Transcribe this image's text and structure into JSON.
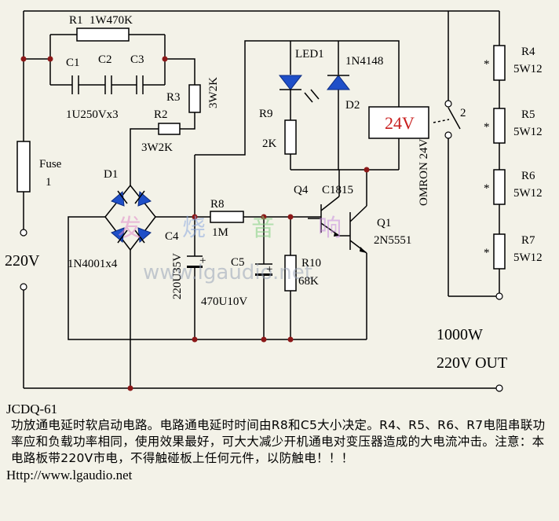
{
  "labels": {
    "r1": "R1",
    "r1_spec": "1W470K",
    "c1": "C1",
    "c2": "C2",
    "c3": "C3",
    "c123_spec": "1U250Vx3",
    "r3": "R3",
    "r3_spec": "3W2K",
    "r2": "R2",
    "r2_spec": "3W2K",
    "fuse": "Fuse",
    "fuse_num": "1",
    "v220": "220V",
    "d1": "D1",
    "bridge_spec": "1N4001x4",
    "c4": "C4",
    "c4_spec": "220U35V",
    "r8": "R8",
    "r8_spec": "1M",
    "c5": "C5",
    "c5_spec": "470U10V",
    "r10": "R10",
    "r10_spec": "68K",
    "led1": "LED1",
    "d2_part": "1N4148",
    "d2": "D2",
    "r9": "R9",
    "r9_spec": "2K",
    "relay_coil": "24V",
    "relay_model": "OMRON 24V",
    "relay_contact": "2",
    "q4": "Q4",
    "q4_part": "C1815",
    "q1": "Q1",
    "q1_part": "2N5551",
    "r4": "R4",
    "r4_spec": "5W12",
    "r5": "R5",
    "r5_spec": "5W12",
    "r6": "R6",
    "r6_spec": "5W12",
    "r7": "R7",
    "r7_spec": "5W12",
    "star": "*",
    "power": "1000W",
    "out": "220V OUT",
    "polarity": "+"
  },
  "watermark": {
    "chars": [
      "发",
      "烧",
      "音",
      "响"
    ],
    "url": "www.lgaudio.net"
  },
  "note": {
    "code": "JCDQ-61",
    "text": "功放通电延时软启动电路。电路通电延时时间由R8和C5大小决定。R4、R5、R6、R7电阻串联功率应和负载功率相同，使用效果最好，可大大减少开机通电对变压器造成的大电流冲击。注意：本电路板带220V市电，不得触碰板上任何元件，以防触电！！！",
    "url": "Http://www.lgaudio.net"
  },
  "colors": {
    "background": "#f3f2e8",
    "junction": "#8c1818",
    "diode": "#1f4fc8",
    "relay_text": "#c81e1e"
  }
}
